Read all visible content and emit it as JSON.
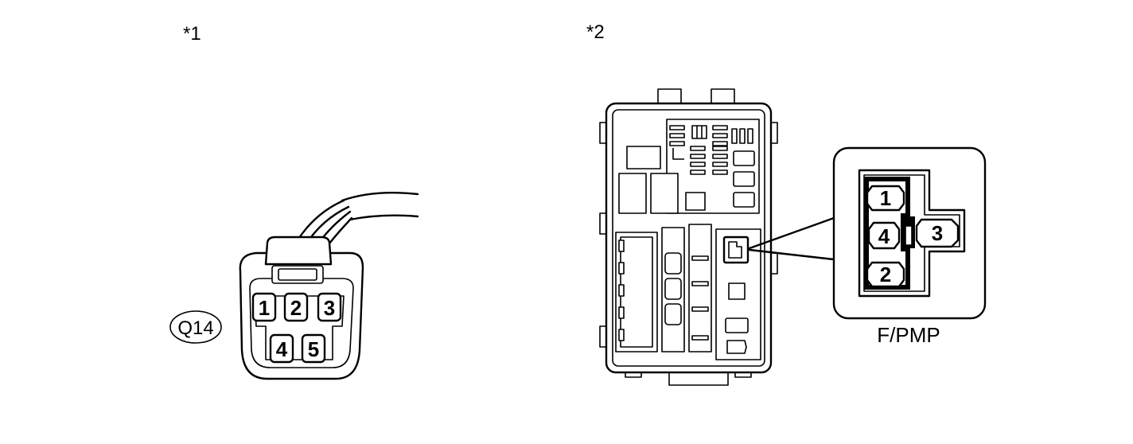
{
  "figure_labels": {
    "view1": "*1",
    "view2": "*2"
  },
  "connector_q14": {
    "code": "Q14",
    "pins_top": [
      "1",
      "2",
      "3"
    ],
    "pins_bottom": [
      "4",
      "5"
    ]
  },
  "fpmp_connector": {
    "name": "F/PMP",
    "pins": [
      "1",
      "4",
      "3",
      "2"
    ]
  }
}
